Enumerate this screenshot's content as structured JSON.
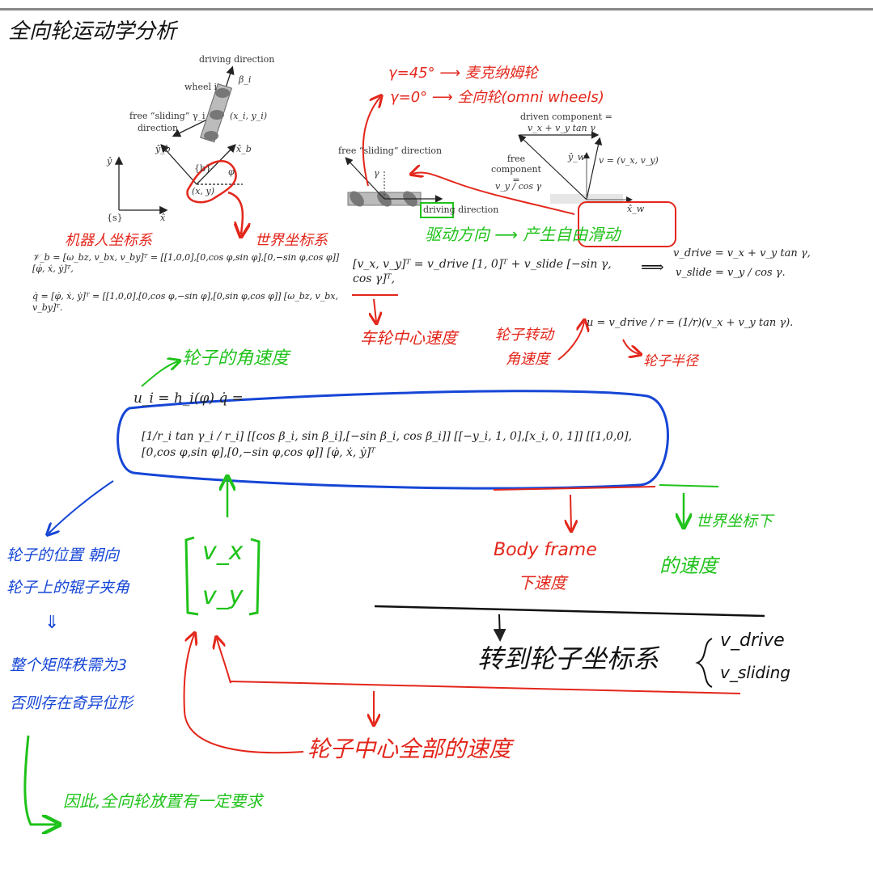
{
  "title": "全向轮运动学分析",
  "figure_left": {
    "driving_direction": "driving direction",
    "wheel_label": "wheel i",
    "beta": "β_i",
    "free_sliding": "free “sliding” γ_i",
    "direction": "direction",
    "wheel_pos": "(x_i, y_i)",
    "yb": "ŷ_b",
    "xb": "x̂_b",
    "b_frame": "{b}",
    "phi": "φ",
    "xy": "(x, y)",
    "y_hat": "ŷ",
    "x_hat": "x̂",
    "s_frame": "{s}"
  },
  "figure_right": {
    "free_sliding_direction": "free “sliding” direction",
    "gamma": "γ",
    "driving_direction": "driving direction",
    "driven_component": "driven component =",
    "driven_formula": "v_x + v_y tan γ",
    "free_component": "free component =",
    "free_formula": "v_y / cos γ",
    "yw": "ŷ_w",
    "v_eq": "v = (v_x, v_y)",
    "xw": "x̂_w"
  },
  "equations": {
    "vb_line": "𝒱_b = [ω_bz, v_bx, v_by]ᵀ = [[1,0,0],[0,cos φ,sin φ],[0,−sin φ,cos φ]] [φ̇, ẋ, ẏ]ᵀ,",
    "qdot_line": "q̇ = [φ̇, ẋ, ẏ]ᵀ = [[1,0,0],[0,cos φ,−sin φ],[0,sin φ,cos φ]] [ω_bz, v_bx, v_by]ᵀ.",
    "vxvy_line": "[v_x, v_y]ᵀ = v_drive [1, 0]ᵀ + v_slide [−sin γ, cos γ]ᵀ,",
    "vdrive": "v_drive = v_x + v_y tan γ,",
    "vslide": "v_slide = v_y / cos γ.",
    "u_line": "u = v_drive / r = (1/r)(v_x + v_y tan γ).",
    "ui_line": "u_i = h_i(φ) q̇ =",
    "big_matrix": "[1/r_i  tan γ_i / r_i] [[cos β_i, sin β_i],[−sin β_i, cos β_i]] [[−y_i, 1, 0],[x_i, 0, 1]] [[1,0,0],[0,cos φ,sin φ],[0,−sin φ,cos φ]] [φ̇, ẋ, ẏ]ᵀ"
  },
  "annotations": {
    "robot_frame": "机器人坐标系",
    "world_frame": "世界坐标系",
    "gamma45": "γ=45° ⟶ 麦克纳姆轮",
    "gamma0": "γ=0° ⟶ 全向轮(omni wheels)",
    "drive_slide": "驱动方向 ⟶ 产生自由滑动",
    "wheel_center_speed": "车轮中心速度",
    "wheel_angular_1": "轮子转动",
    "wheel_angular_2": "角速度",
    "wheel_radius": "轮子半径",
    "wheel_ang_vel": "轮子的角速度",
    "blue_1": "轮子的位置 朝向",
    "blue_2": "轮子上的辊子夹角",
    "blue_arrow": "⇓",
    "blue_3": "整个矩阵秩需为3",
    "blue_4": "否则存在奇异位形",
    "vx": "v_x",
    "vy": "v_y",
    "body_frame_1": "Body frame",
    "body_frame_2": "下速度",
    "world_vel_1": "世界坐标下",
    "world_vel_2": "的速度",
    "to_wheel_frame": "转到轮子坐标系",
    "vdrive_hand": "v_drive",
    "vsliding_hand": "v_sliding",
    "wheel_center_all": "轮子中心全部的速度",
    "conclusion": "因此,全向轮放置有一定要求"
  }
}
